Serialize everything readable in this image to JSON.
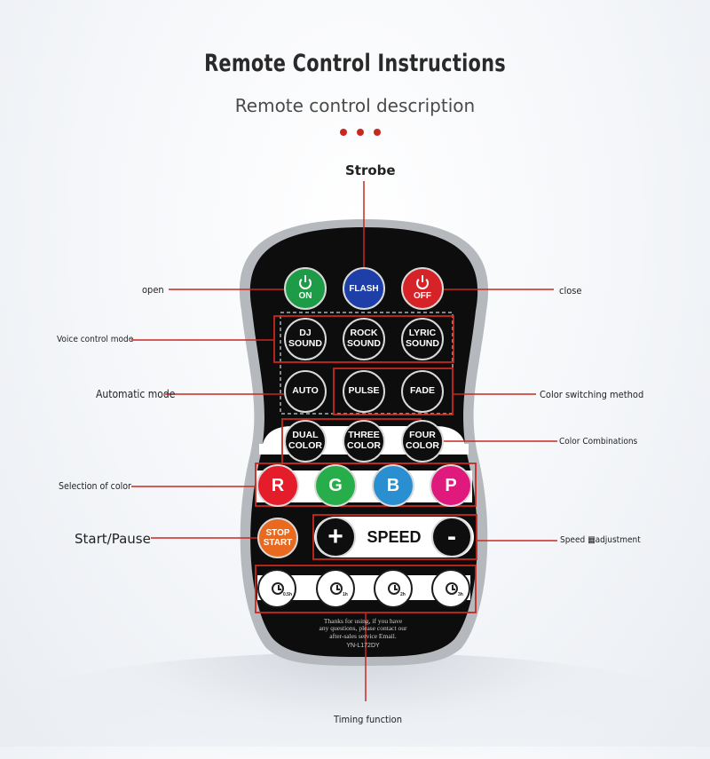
{
  "header": {
    "title": "Remote Control Instructions",
    "subtitle": "Remote control description"
  },
  "callouts": {
    "strobe": "Strobe",
    "open": "open",
    "close": "close",
    "voice": "Voice control mode",
    "automatic": "Automatic mode",
    "color_switching": "Color switching method",
    "color_combinations": "Color Combinations",
    "selection_color": "Selection of color",
    "start_pause": "Start/Pause",
    "speed_adjust": "Speed ▦adjustment",
    "timing": "Timing function"
  },
  "remote": {
    "on_label": "ON",
    "flash_label": "FLASH",
    "off_label": "OFF",
    "dj": [
      "DJ",
      "SOUND"
    ],
    "rock": [
      "ROCK",
      "SOUND"
    ],
    "lyric": [
      "LYRIC",
      "SOUND"
    ],
    "auto": "AUTO",
    "pulse": "PULSE",
    "fade": "FADE",
    "dual": [
      "DUAL",
      "COLOR"
    ],
    "three": [
      "THREE",
      "COLOR"
    ],
    "four": [
      "FOUR",
      "COLOR"
    ],
    "colors": [
      "R",
      "G",
      "B",
      "P"
    ],
    "stop": "STOP",
    "start": "START",
    "plus": "+",
    "speed": "SPEED",
    "minus": "-",
    "timers": [
      "0.5h",
      "1h",
      "2h",
      "3h"
    ],
    "thanks": [
      "Thanks for using, if you have",
      "any questions, please contact our",
      "after-sales service Email."
    ],
    "model": "YN-L172DY"
  },
  "colors": {
    "accent": "#c9281f",
    "on_green": "#1e9b47",
    "flash_blue": "#1f3fa8",
    "off_red": "#d52328",
    "r": "#e51d2a",
    "g": "#27ad4a",
    "b": "#2a8fd0",
    "p": "#e0197c",
    "stop_orange": "#e96a1e"
  }
}
